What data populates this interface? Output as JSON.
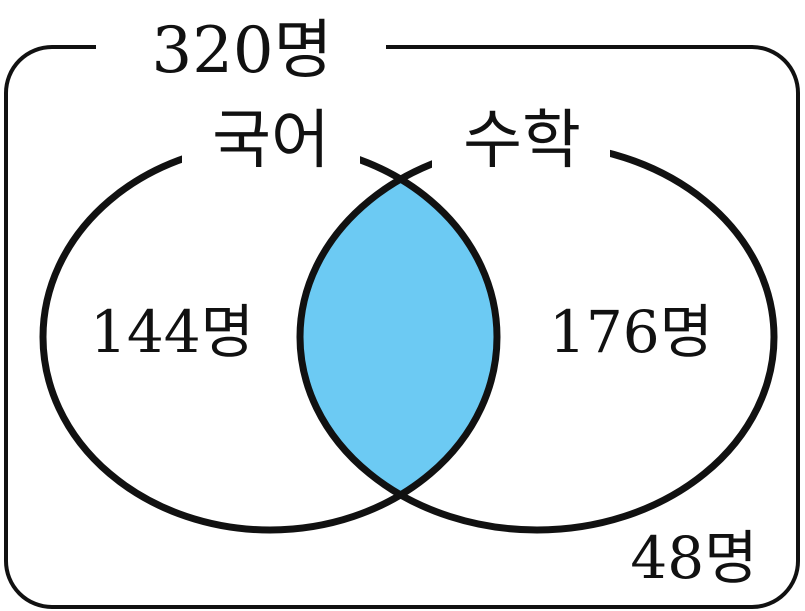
{
  "universe": {
    "label": "320명"
  },
  "sets": [
    {
      "id": "korean",
      "label": "국어"
    },
    {
      "id": "math",
      "label": "수학"
    }
  ],
  "regions": {
    "korean_total": "144명",
    "math_total": "176명",
    "neither": "48명"
  },
  "colors": {
    "stroke": "#111111",
    "intersection_fill": "#6ccaf3",
    "background": "#ffffff"
  }
}
